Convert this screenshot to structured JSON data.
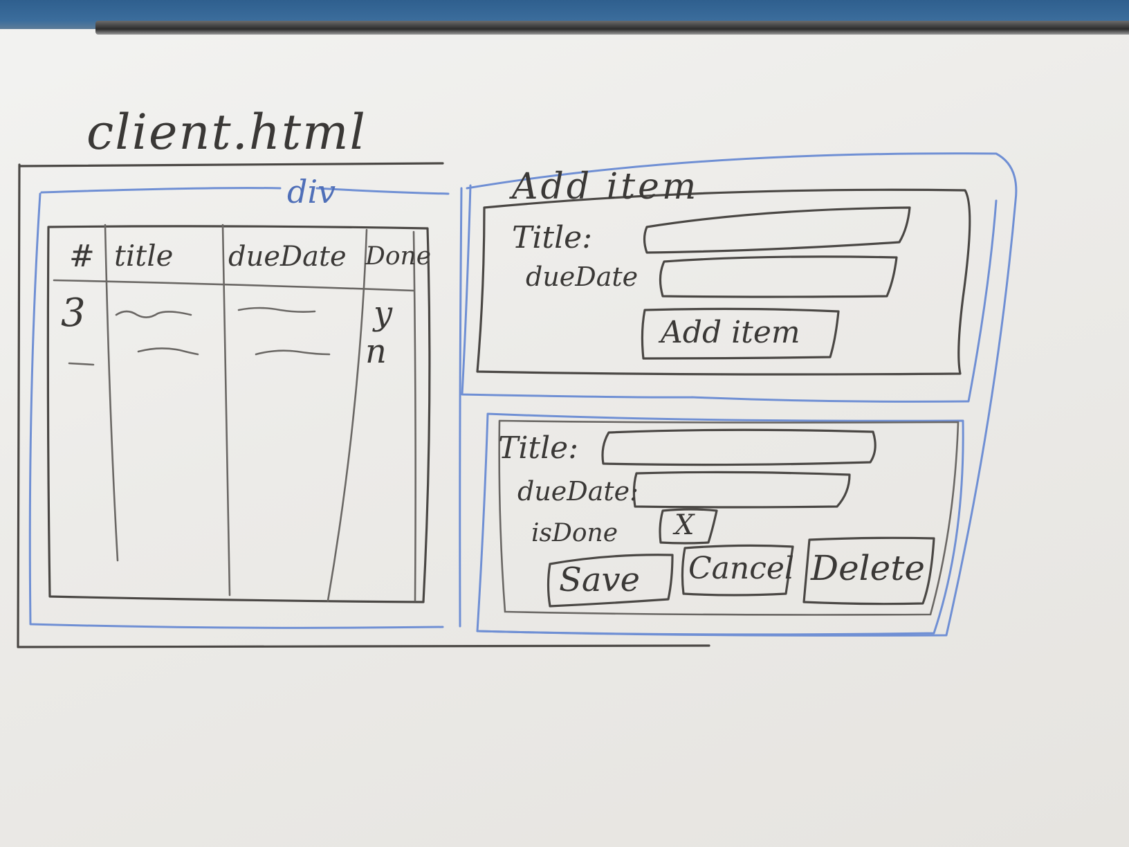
{
  "diagram": {
    "file_title": "client.html",
    "left_div_label": "div",
    "table": {
      "headers": [
        "#",
        "title",
        "dueDate",
        "Done"
      ],
      "rows": [
        [
          "3",
          "~~~",
          "~~~",
          "y"
        ],
        [
          "-",
          "~~~",
          "~~~",
          "n"
        ]
      ]
    },
    "add_form": {
      "heading": "Add item",
      "title_label": "Title:",
      "due_label": "dueDate",
      "button_label": "Add item"
    },
    "edit_form": {
      "title_label": "Title:",
      "due_label": "dueDate:",
      "done_label": "isDone",
      "checkbox_mark": "X",
      "save_label": "Save",
      "cancel_label": "Cancel",
      "delete_label": "Delete"
    }
  },
  "colors": {
    "marker_black": "#4a4744",
    "marker_blue": "#6f8fd4",
    "board": "#ecebe8"
  }
}
